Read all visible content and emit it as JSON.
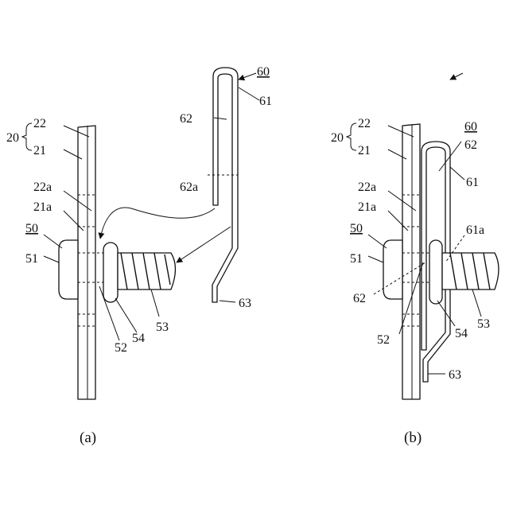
{
  "figure_a": {
    "caption": "(a)",
    "labels": {
      "l20": "20",
      "l22": "22",
      "l21": "21",
      "l22a": "22a",
      "l21a": "21a",
      "l50": "50",
      "l51": "51",
      "l52": "52",
      "l53": "53",
      "l54": "54",
      "l60": "60",
      "l61": "61",
      "l62": "62",
      "l62a": "62a",
      "l63": "63"
    }
  },
  "figure_b": {
    "caption": "(b)",
    "labels": {
      "l20": "20",
      "l22": "22",
      "l21": "21",
      "l22a": "22a",
      "l21a": "21a",
      "l50": "50",
      "l51": "51",
      "l52": "52",
      "l53": "53",
      "l54": "54",
      "l60": "60",
      "l61": "61",
      "l61a": "61a",
      "l62": "62",
      "l62b": "62",
      "l63": "63"
    }
  }
}
